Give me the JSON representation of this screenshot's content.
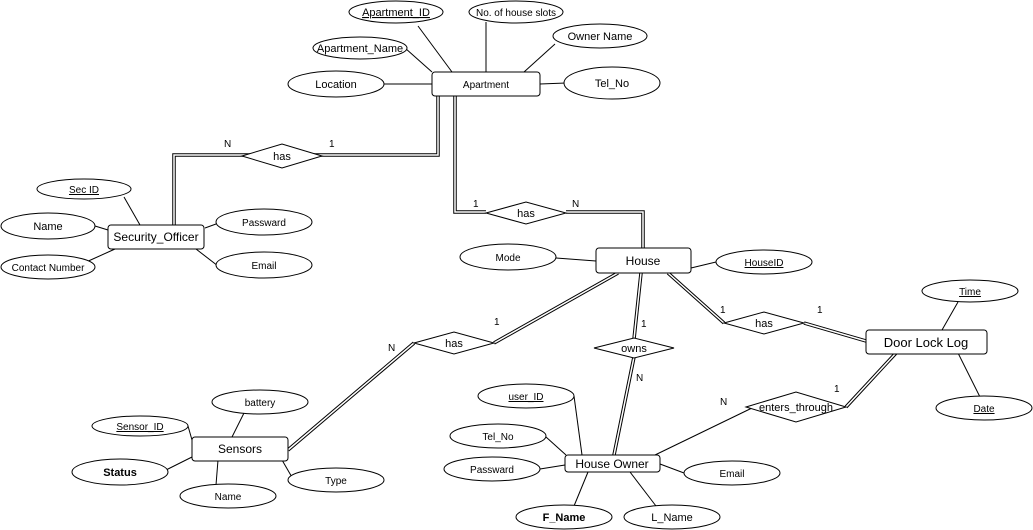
{
  "entities": {
    "apartment": "Apartment",
    "security_officer": "Security_Officer",
    "house": "House",
    "door_lock_log": "Door Lock Log",
    "sensors": "Sensors",
    "house_owner": "House Owner"
  },
  "attributes": {
    "apartment_id": "Apartment_ID",
    "house_slots": "No. of house slots",
    "apartment_name": "Apartment_Name",
    "owner_name": "Owner Name",
    "location": "Location",
    "apt_tel_no": "Tel_No",
    "sec_id": "Sec ID",
    "sec_name": "Name",
    "password": "Passward",
    "contact_number": "Contact Number",
    "sec_email": "Email",
    "mode": "Mode",
    "house_id": "HouseID",
    "time": "Time",
    "date": "Date",
    "battery": "battery",
    "sensor_id": "Sensor_ID",
    "status": "Status",
    "sensor_name": "Name",
    "sensor_type": "Type",
    "user_id": "user_ID",
    "owner_tel_no": "Tel_No",
    "owner_password": "Passward",
    "owner_email": "Email",
    "f_name": "F_Name",
    "l_name": "L_Name"
  },
  "relationships": {
    "apt_sec_has": "has",
    "apt_house_has": "has",
    "house_log_has": "has",
    "house_sensor_has": "has",
    "owns": "owns",
    "enters_through": "enters_through"
  },
  "cardinalities": {
    "apt_sec_n": "N",
    "apt_sec_1": "1",
    "apt_house_1": "1",
    "apt_house_n": "N",
    "house_log_1a": "1",
    "house_log_1b": "1",
    "sensor_n": "N",
    "sensor_1": "1",
    "owns_1": "1",
    "owns_n": "N",
    "enters_n": "N",
    "enters_1": "1"
  }
}
